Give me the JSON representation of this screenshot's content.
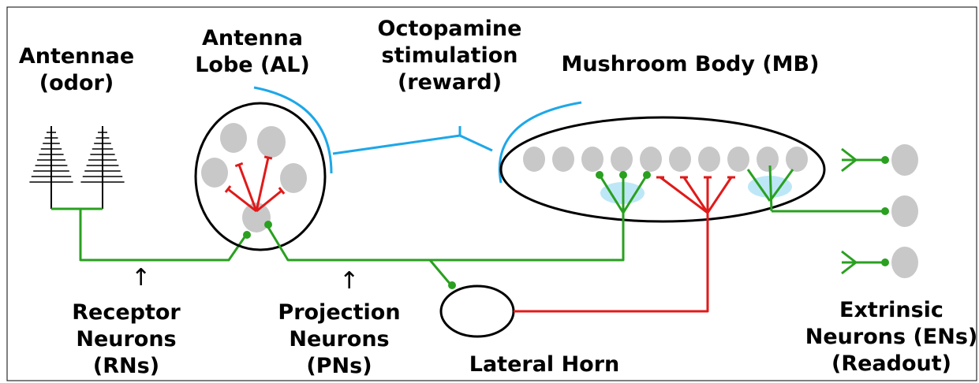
{
  "colors": {
    "excitatory": "#2aa020",
    "inhibitory": "#e01a1a",
    "modulatory": "#1ea7e8",
    "glomerulus": "#c8c8c8",
    "kc_region": "#bde7f7",
    "outline": "#000000"
  },
  "labels": {
    "antennae": [
      "Antennae",
      "(odor)"
    ],
    "antenna_lobe": [
      "Antenna",
      "Lobe (AL)"
    ],
    "octopamine": [
      "Octopamine",
      "stimulation",
      "(reward)"
    ],
    "mushroom_body": "Mushroom Body (MB)",
    "receptor_neurons": [
      "Receptor",
      "Neurons",
      "(RNs)"
    ],
    "projection_neurons": [
      "Projection",
      "Neurons",
      "(PNs)"
    ],
    "lateral_horn": "Lateral Horn",
    "extrinsic_neurons": [
      "Extrinsic",
      "Neurons (ENs)",
      "(Readout)"
    ],
    "arrow": "↑"
  }
}
